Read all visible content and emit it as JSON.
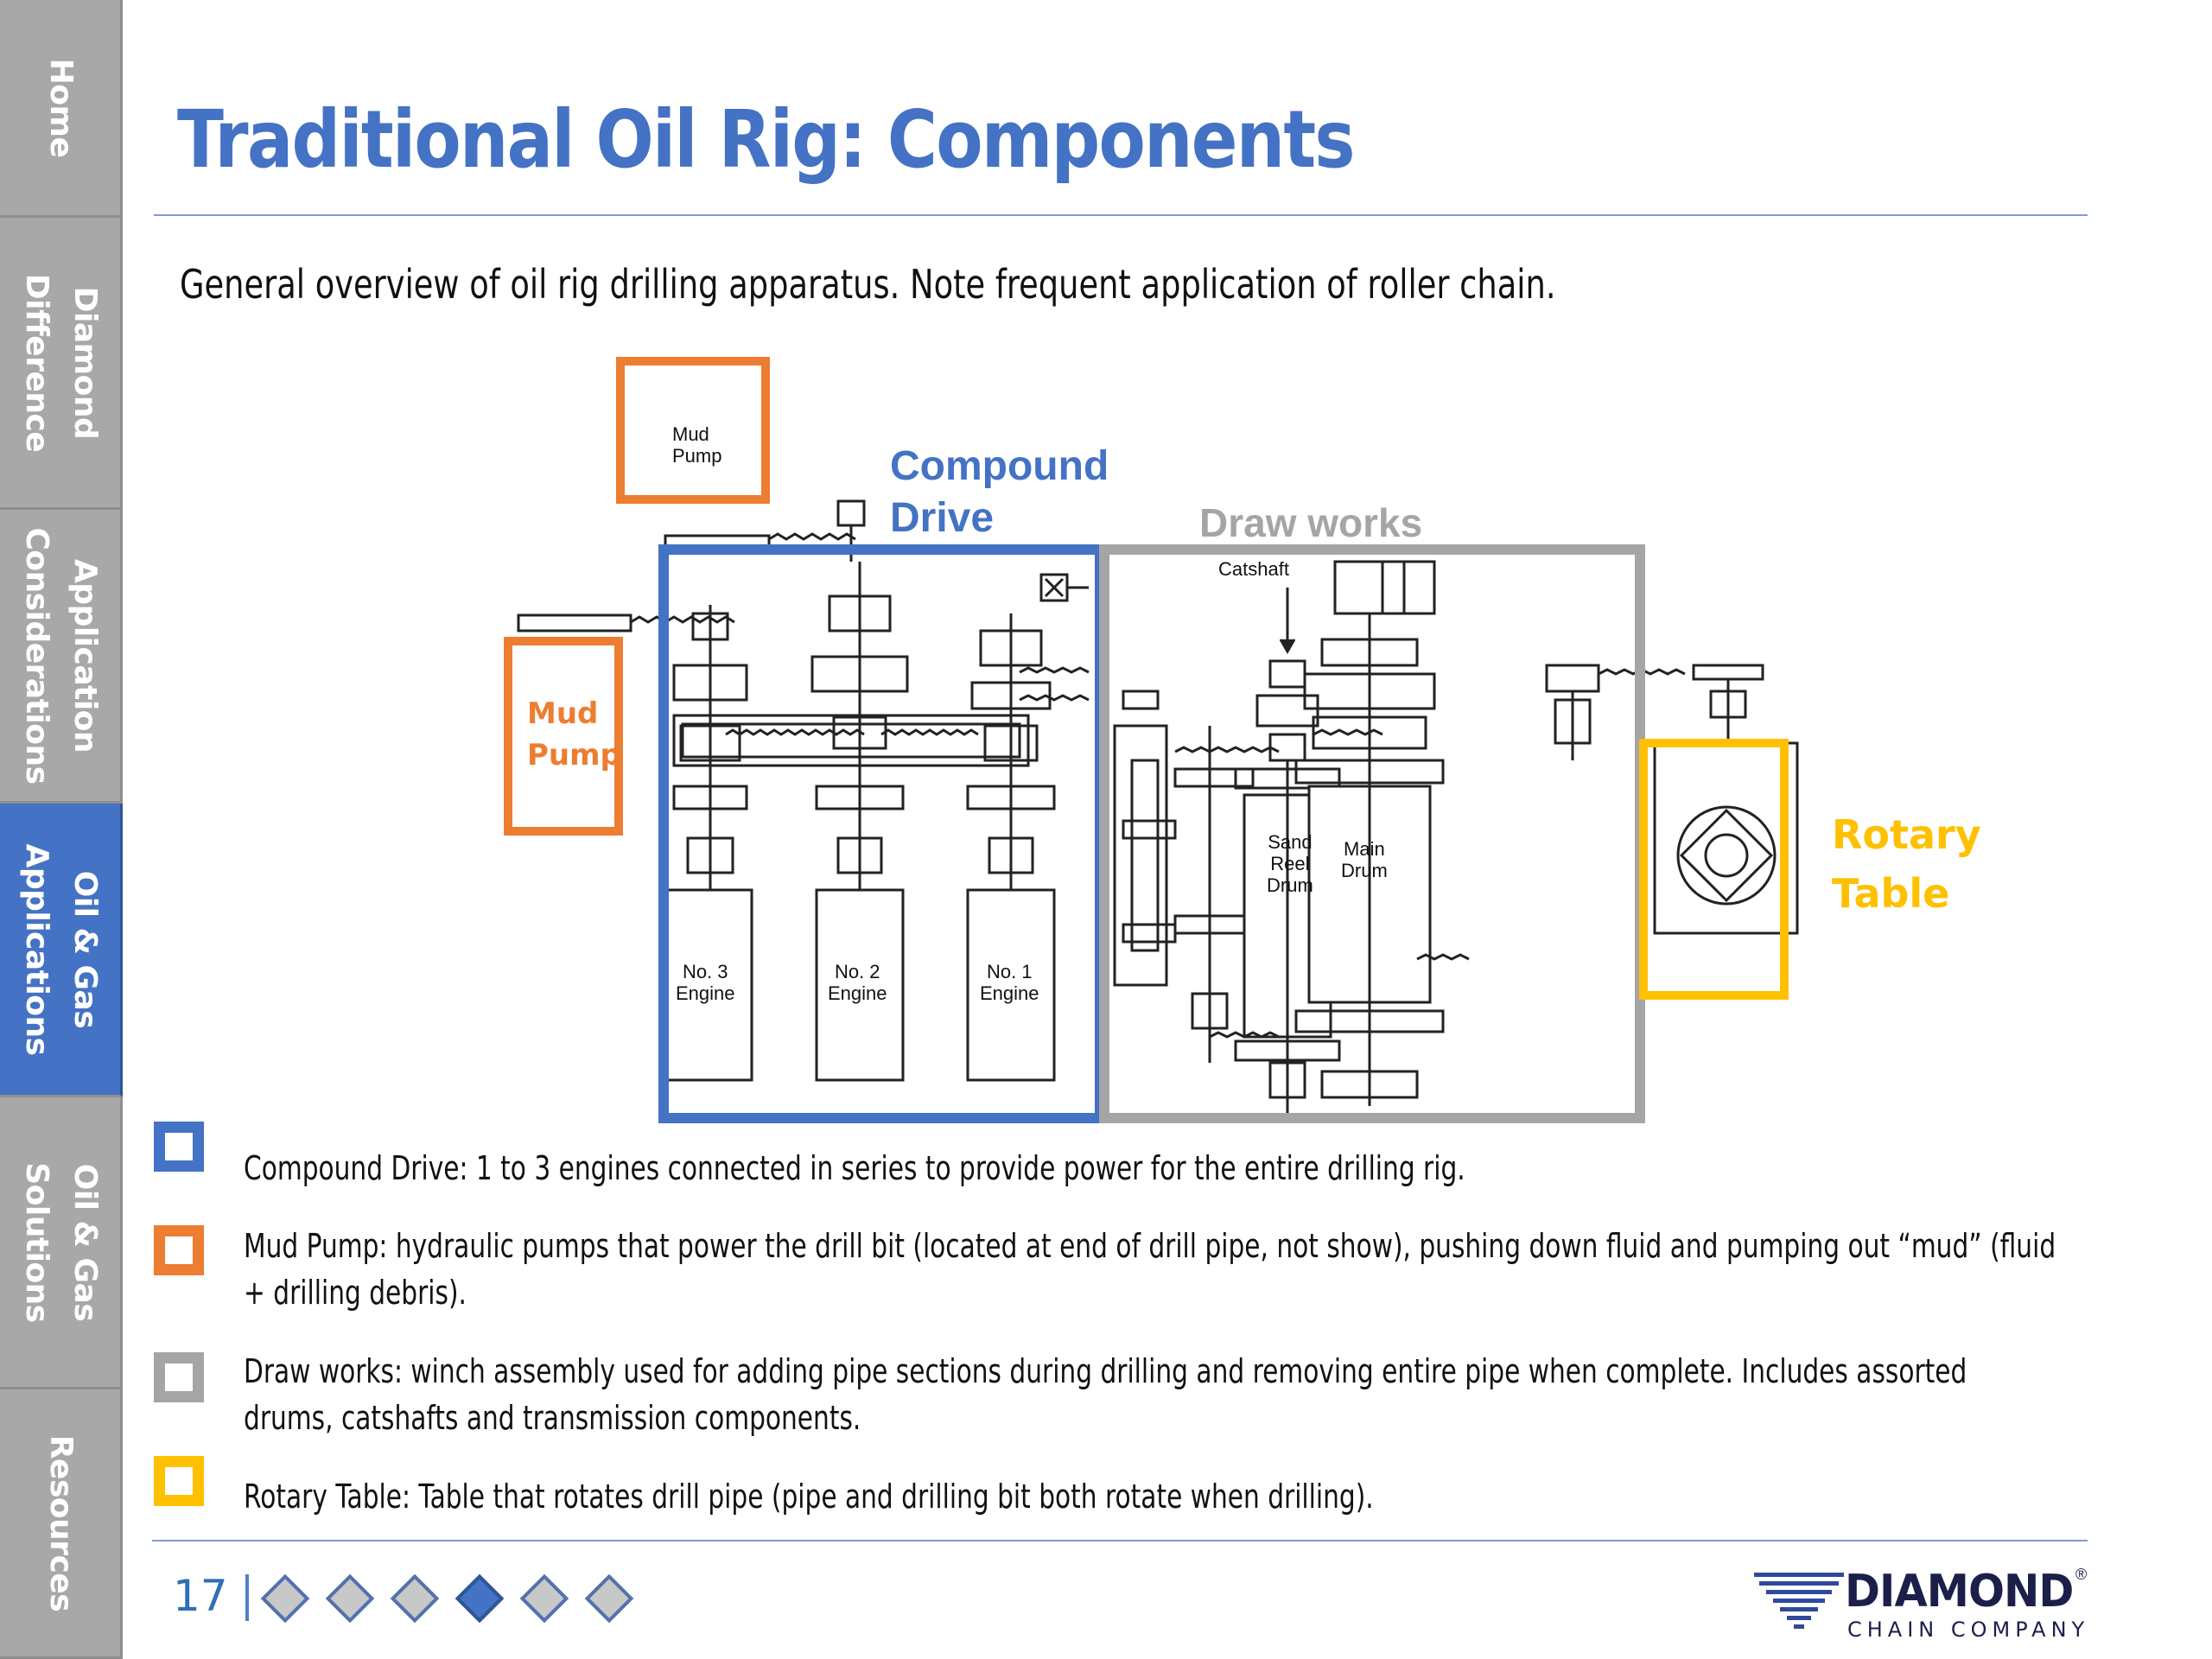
{
  "sidebar": {
    "items": [
      {
        "label": "Home",
        "active": false
      },
      {
        "label": "Diamond\nDifference",
        "active": false
      },
      {
        "label": "Application\nConsiderations",
        "active": false
      },
      {
        "label": "Oil & Gas\nApplications",
        "active": true
      },
      {
        "label": "Oil & Gas\nSolutions",
        "active": false
      },
      {
        "label": "Resources",
        "active": false
      }
    ]
  },
  "title": "Traditional Oil Rig:  Components",
  "subtitle": "General overview of oil rig drilling apparatus.  Note frequent application of roller chain.",
  "diagram": {
    "labels": {
      "compound_drive_l1": "Compound",
      "compound_drive_l2": "Drive",
      "draw_works": "Draw works",
      "mud_pump": "Mud",
      "mud_pump_l2": "Pump",
      "rotary_l1": "Rotary",
      "rotary_l2": "Table",
      "mud_pump_small": "Mud\nPump",
      "catshaft": "Catshaft",
      "engine3": "No. 3\nEngine",
      "engine2": "No. 2\nEngine",
      "engine1": "No. 1\nEngine",
      "sand_reel": "Sand\nReel\nDrum",
      "main_drum": "Main\nDrum"
    }
  },
  "legend": [
    {
      "color": "#4472c4",
      "text": "Compound Drive:  1 to 3 engines connected in series to provide power for the entire drilling rig."
    },
    {
      "color": "#ed7d31",
      "text": "Mud Pump:  hydraulic pumps that power the drill bit (located at end of drill pipe, not show), pushing down fluid and pumping out “mud” (fluid + drilling debris)."
    },
    {
      "color": "#a5a5a5",
      "text": "Draw works:  winch assembly used for adding pipe sections during drilling and removing entire pipe when complete.  Includes assorted drums, catshafts and transmission components."
    },
    {
      "color": "#ffc000",
      "text": "Rotary Table:  Table that rotates drill pipe (pipe and drilling bit both rotate when drilling)."
    }
  ],
  "footer": {
    "page_number": "17",
    "nav_diamonds": [
      false,
      false,
      false,
      true,
      false,
      false
    ],
    "logo_name": "DIAMOND",
    "logo_sub": "CHAIN COMPANY",
    "logo_reg": "®"
  },
  "colors": {
    "accent_blue": "#4472c4",
    "orange": "#ed7d31",
    "gray": "#a5a5a5",
    "yellow": "#ffc000"
  }
}
